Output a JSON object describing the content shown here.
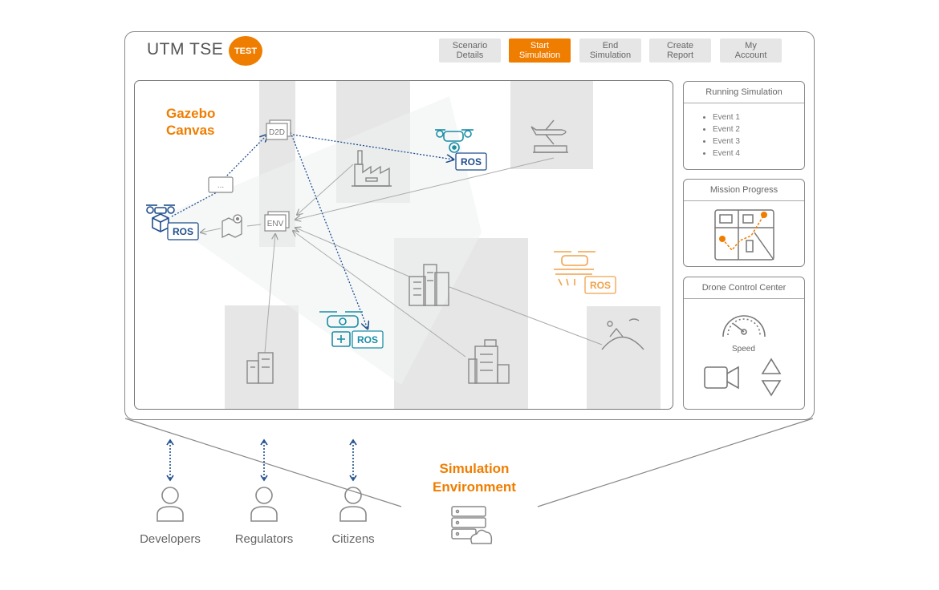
{
  "header": {
    "logo_text": "UTM TSE",
    "badge": "TEST",
    "nav": [
      {
        "line1": "Scenario",
        "line2": "Details"
      },
      {
        "line1": "Start",
        "line2": "Simulation"
      },
      {
        "line1": "End",
        "line2": "Simulation"
      },
      {
        "line1": "Create",
        "line2": "Report"
      },
      {
        "line1": "My",
        "line2": "Account"
      }
    ]
  },
  "canvas": {
    "title_line1": "Gazebo",
    "title_line2": "Canvas",
    "nodes": {
      "d2d": "D2D",
      "env": "ENV",
      "message": "...",
      "ros_label": "ROS"
    }
  },
  "panels": {
    "running": {
      "title": "Running Simulation",
      "events": [
        "Event 1",
        "Event 2",
        "Event 3",
        "Event 4"
      ]
    },
    "mission": {
      "title": "Mission Progress"
    },
    "control": {
      "title": "Drone Control Center",
      "speed_label": "Speed"
    }
  },
  "environment": {
    "line1": "Simulation",
    "line2": "Environment"
  },
  "users": [
    "Developers",
    "Regulators",
    "Citizens"
  ],
  "colors": {
    "accent": "#ef7d00",
    "ros_blue": "#1f4e8c",
    "ros_teal": "#1b8ea6",
    "gray_block": "#e5e5e5"
  }
}
